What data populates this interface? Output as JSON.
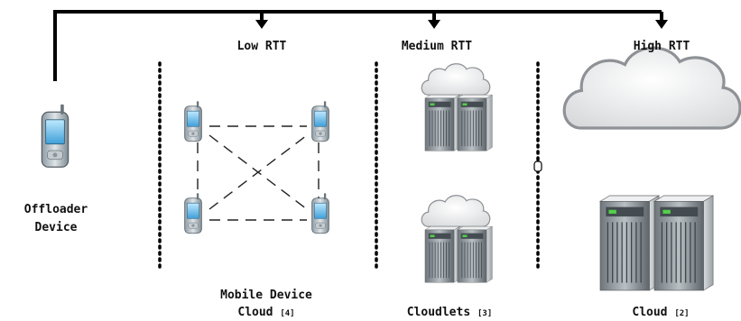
{
  "tiers": {
    "low_rtt": "Low RTT",
    "medium_rtt": "Medium RTT",
    "high_rtt": "High RTT"
  },
  "offloader": {
    "line1": "Offloader",
    "line2": "Device"
  },
  "mobile_cloud": {
    "line1": "Mobile Device",
    "line2": "Cloud",
    "ref": "[4]"
  },
  "cloudlets": {
    "label": "Cloudlets",
    "ref": "[3]"
  },
  "cloud": {
    "label": "Cloud",
    "ref": "[2]"
  }
}
